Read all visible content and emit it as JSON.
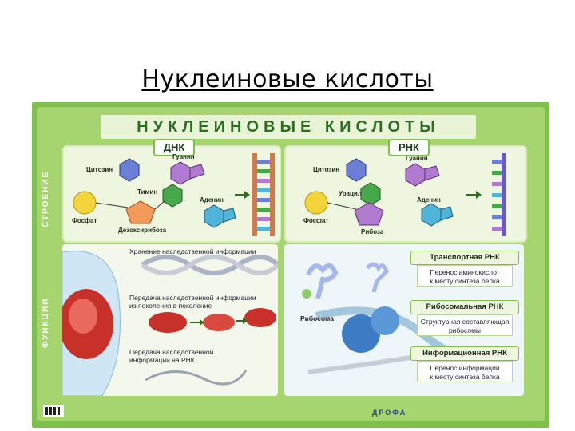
{
  "slide": {
    "title": "Нуклеиновые кислоты"
  },
  "poster": {
    "banner": "НУКЛЕИНОВЫЕ КИСЛОТЫ",
    "side_structure": "СТРОЕНИЕ",
    "side_functions": "ФУНКЦИИ",
    "dna": {
      "tab": "ДНК",
      "labels": [
        "Цитозин",
        "Гуанин",
        "Тимин",
        "Аденин",
        "Фосфат",
        "Дезоксирибоза"
      ]
    },
    "rna": {
      "tab": "РНК",
      "labels": [
        "Цитозин",
        "Гуанин",
        "Урацил",
        "Аденин",
        "Фосфат",
        "Рибоза"
      ]
    },
    "dna_functions": [
      "Хранение наследственной информации",
      "Передача наследственной информации\nиз поколения в поколение",
      "Передача наследственной\nинформации на РНК"
    ],
    "ribosome_label": "Рибосома",
    "rna_types": [
      {
        "name": "Транспортная РНК",
        "desc": "Перенос аминокислот\nк месту синтеза белка"
      },
      {
        "name": "Рибосомальная РНК",
        "desc": "Структурная составляющая\nрибосомы"
      },
      {
        "name": "Информационная РНК",
        "desc": "Перенос информации\nк месту синтеза белка"
      }
    ],
    "publisher": "ДРОФА"
  }
}
